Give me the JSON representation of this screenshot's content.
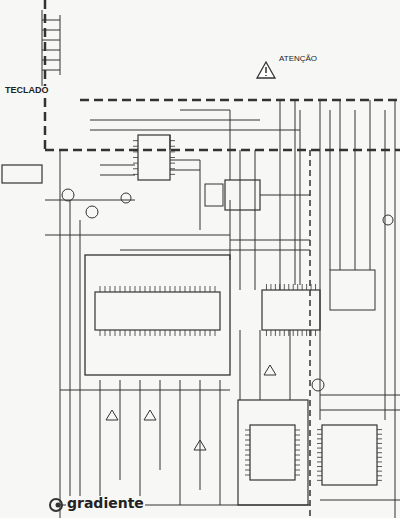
{
  "diagram": {
    "labels": [
      "ATENÇÃO",
      "TECLADO",
      "gradiente"
    ]
  }
}
